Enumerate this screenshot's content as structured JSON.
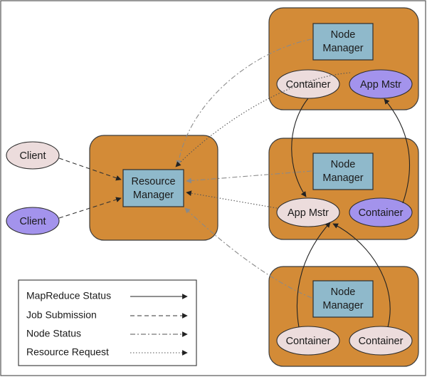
{
  "resource_manager": {
    "line1": "Resource",
    "line2": "Manager"
  },
  "clients": [
    {
      "label": "Client",
      "color": "#ecdcdc"
    },
    {
      "label": "Client",
      "color": "#a393ec"
    }
  ],
  "node_managers": [
    {
      "line1": "Node",
      "line2": "Manager",
      "left": "Container",
      "right": "App Mstr"
    },
    {
      "line1": "Node",
      "line2": "Manager",
      "left": "App Mstr",
      "right": "Container"
    },
    {
      "line1": "Node",
      "line2": "Manager",
      "left": "Container",
      "right": "Container"
    }
  ],
  "legend": [
    {
      "label": "MapReduce Status",
      "style": "solid"
    },
    {
      "label": "Job Submission",
      "style": "dashed"
    },
    {
      "label": "Node Status",
      "style": "dash-dot"
    },
    {
      "label": "Resource Request",
      "style": "dotted"
    }
  ],
  "colors": {
    "node_box": "#d38b37",
    "manager_box": "#8fb9cb",
    "light_ellipse": "#ecdcdc",
    "purple_ellipse": "#a393ec"
  }
}
